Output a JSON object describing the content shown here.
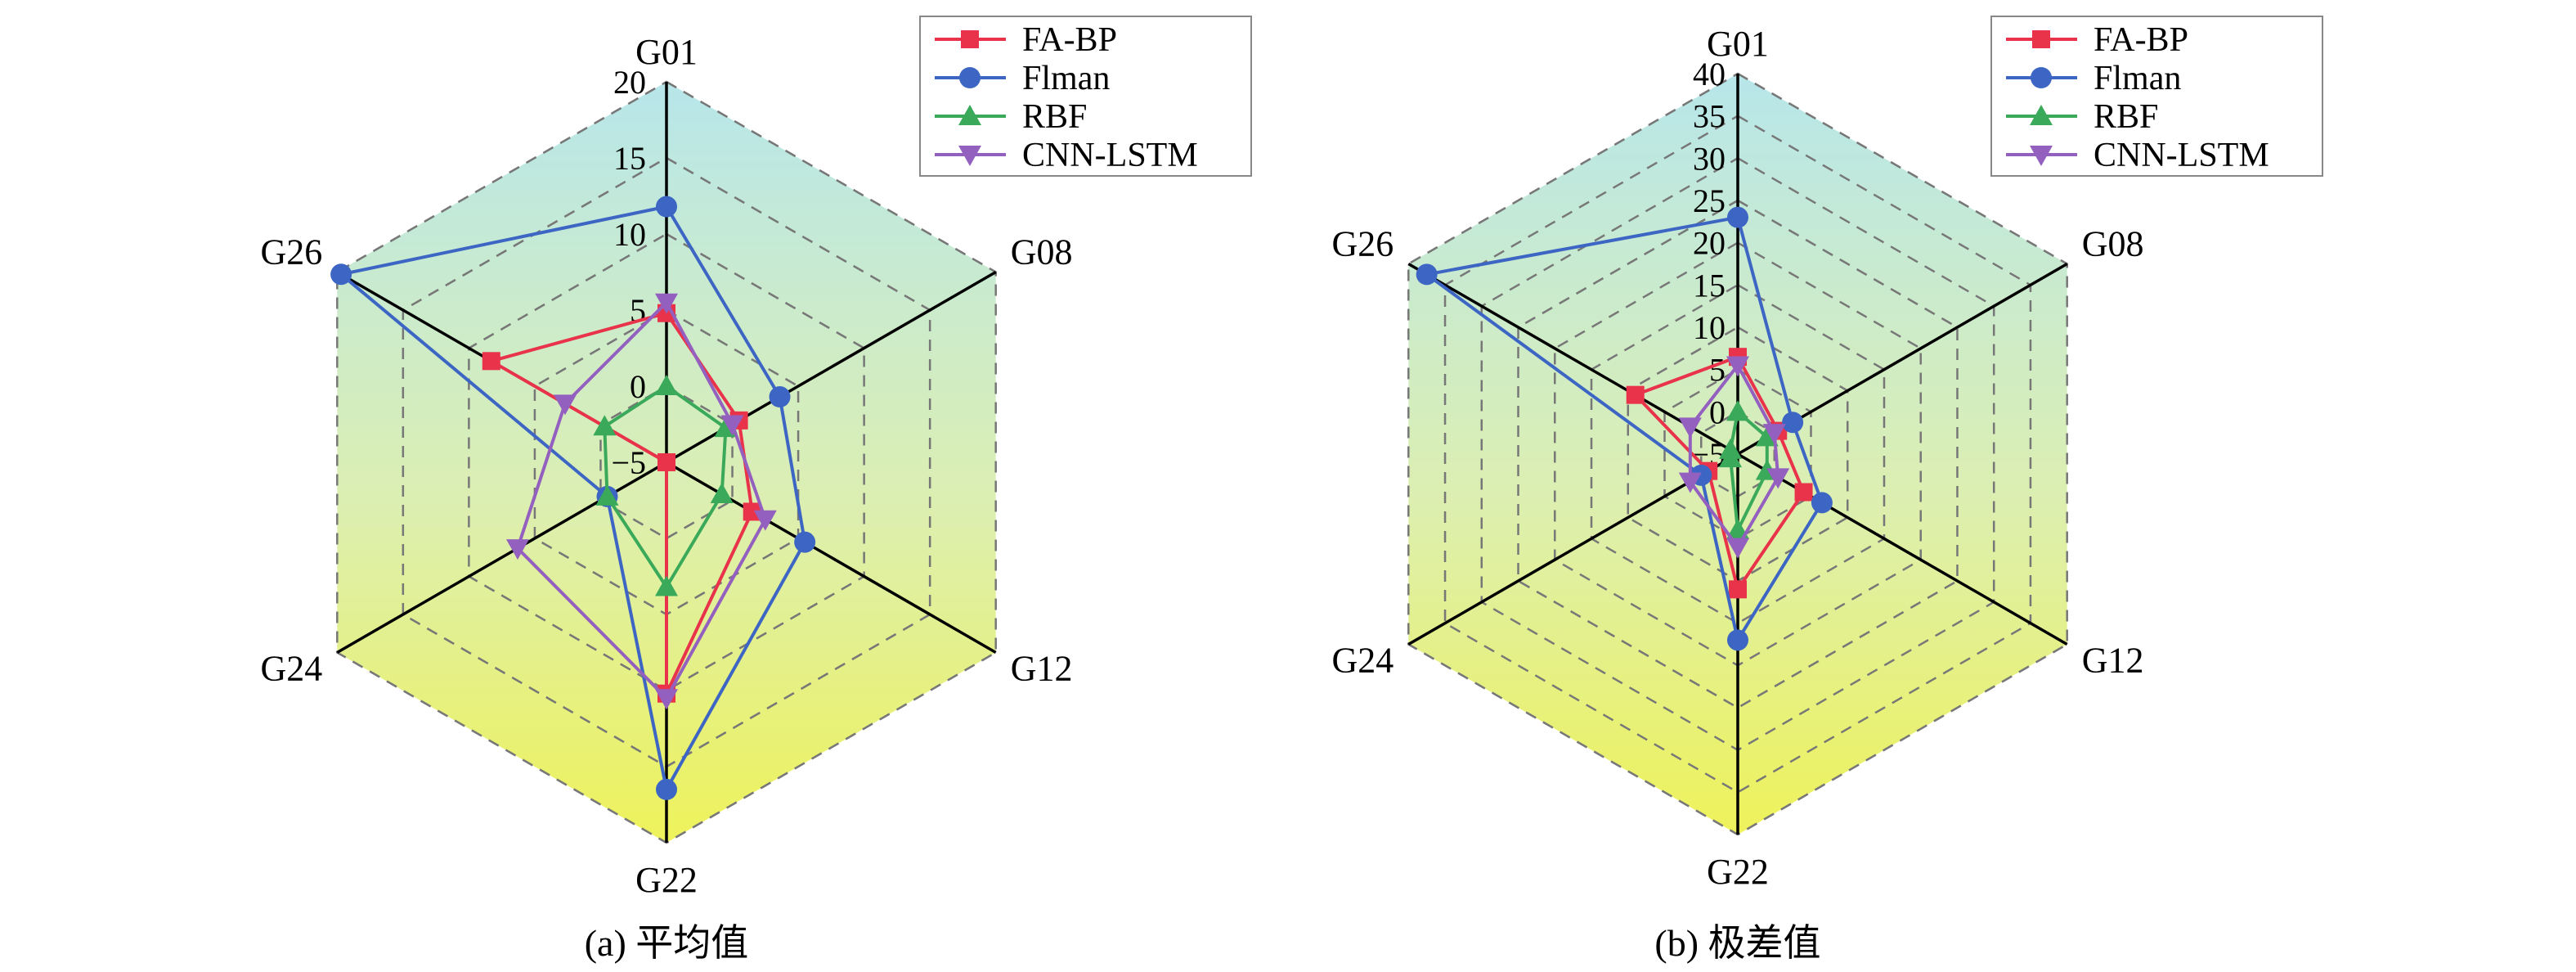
{
  "chart_data": [
    {
      "type": "radar",
      "caption": "(a) 平均值",
      "axes": [
        "G01",
        "G08",
        "G12",
        "G22",
        "G24",
        "G26"
      ],
      "rlim": [
        -5,
        20
      ],
      "ticks": [
        "20",
        "15",
        "10",
        "5",
        "0",
        "−5"
      ],
      "grid": true,
      "legend": "top-right",
      "series": [
        {
          "name": "FA-BP",
          "color": "#e8334a",
          "marker": "square",
          "values": [
            4.8,
            0.5,
            1.5,
            10.2,
            -5.0,
            8.3
          ]
        },
        {
          "name": "Flman",
          "color": "#3d66c4",
          "marker": "circle",
          "values": [
            11.8,
            3.6,
            5.5,
            16.5,
            -0.5,
            19.7
          ]
        },
        {
          "name": "RBF",
          "color": "#3aaa5a",
          "marker": "triangle-up",
          "values": [
            0.0,
            -0.5,
            -0.8,
            3.2,
            -0.5,
            -0.3
          ]
        },
        {
          "name": "CNN-LSTM",
          "color": "#9460c0",
          "marker": "triangle-down",
          "values": [
            5.5,
            0.0,
            2.5,
            10.5,
            6.3,
            2.7
          ]
        }
      ]
    },
    {
      "type": "radar",
      "caption": "(b) 极差值",
      "axes": [
        "G01",
        "G08",
        "G12",
        "G22",
        "G24",
        "G26"
      ],
      "rlim": [
        -5,
        40
      ],
      "ticks": [
        "40",
        "35",
        "30",
        "25",
        "20",
        "15",
        "10",
        "5",
        "0",
        "−5"
      ],
      "grid": true,
      "legend": "top-right",
      "series": [
        {
          "name": "FA-BP",
          "color": "#e8334a",
          "marker": "square",
          "values": [
            6.5,
            0.5,
            4.0,
            11.0,
            -1.0,
            9.0
          ]
        },
        {
          "name": "Flman",
          "color": "#3d66c4",
          "marker": "circle",
          "values": [
            23.0,
            2.5,
            6.5,
            17.0,
            0.0,
            37.5
          ]
        },
        {
          "name": "RBF",
          "color": "#3aaa5a",
          "marker": "triangle-up",
          "values": [
            0.0,
            -1.0,
            -1.0,
            4.0,
            -4.0,
            -4.0
          ]
        },
        {
          "name": "CNN-LSTM",
          "color": "#9460c0",
          "marker": "triangle-down",
          "values": [
            5.5,
            0.0,
            0.5,
            6.0,
            1.5,
            1.5
          ]
        }
      ]
    }
  ]
}
